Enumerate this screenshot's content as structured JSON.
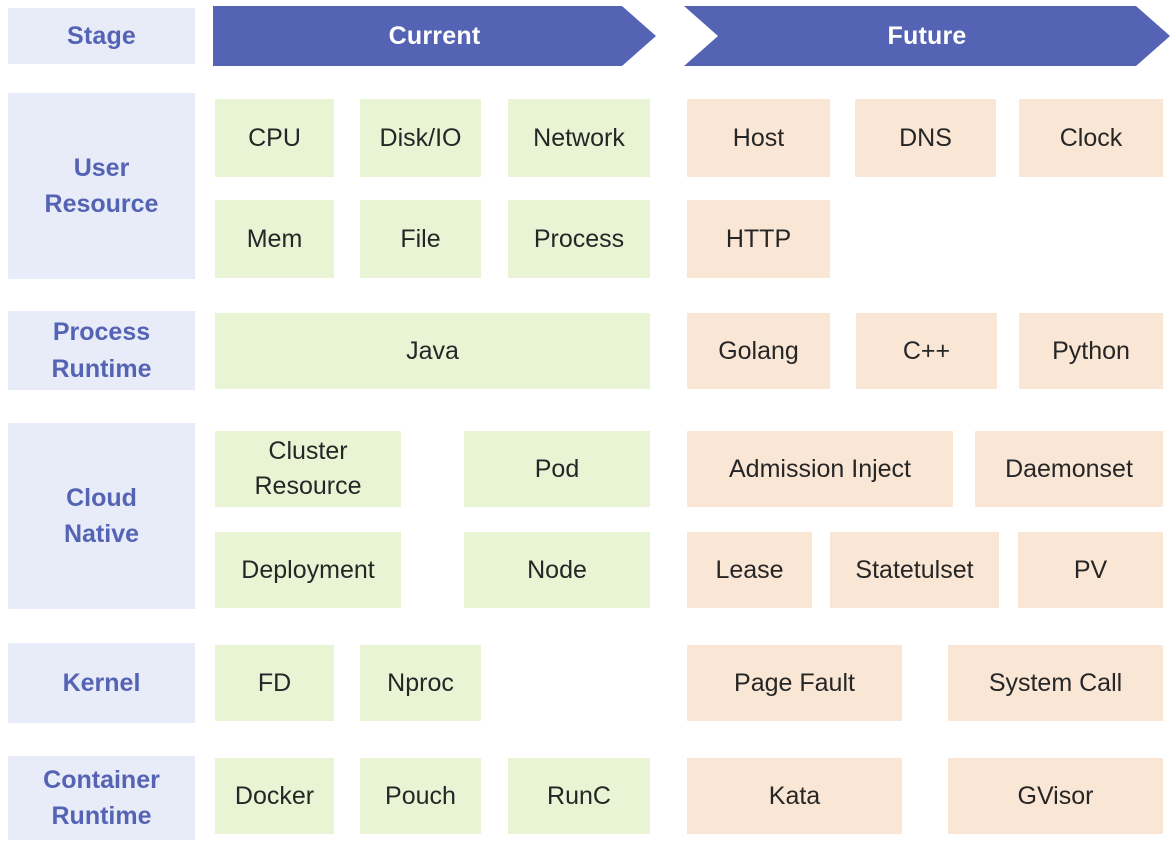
{
  "header": {
    "stage_label": "Stage",
    "current_label": "Current",
    "future_label": "Future"
  },
  "colors": {
    "header_arrow": "#5563b5",
    "stage_cell_bg": "#e8ecf8",
    "stage_text": "#5563b5",
    "current_box_bg": "#e9f4d5",
    "future_box_bg": "#f9e6d5",
    "item_text": "#262626",
    "page_bg": "#ffffff"
  },
  "rows": [
    {
      "stage": "User Resource",
      "stage_lines": [
        "User",
        "Resource"
      ],
      "current": [
        "CPU",
        "Disk/IO",
        "Network",
        "Mem",
        "File",
        "Process"
      ],
      "future": [
        "Host",
        "DNS",
        "Clock",
        "HTTP"
      ]
    },
    {
      "stage": "Process Runtime",
      "stage_lines": [
        "Process",
        "Runtime"
      ],
      "current": [
        "Java"
      ],
      "future": [
        "Golang",
        "C++",
        "Python"
      ]
    },
    {
      "stage": "Cloud Native",
      "stage_lines": [
        "Cloud",
        "Native"
      ],
      "current": [
        "Cluster Resource",
        "Pod",
        "Deployment",
        "Node"
      ],
      "future": [
        "Admission Inject",
        "Daemonset",
        "Lease",
        "Statetulset",
        "PV"
      ]
    },
    {
      "stage": "Kernel",
      "stage_lines": [
        "Kernel"
      ],
      "current": [
        "FD",
        "Nproc"
      ],
      "future": [
        "Page Fault",
        "System Call"
      ]
    },
    {
      "stage": "Container Runtime",
      "stage_lines": [
        "Container",
        "Runtime"
      ],
      "current": [
        "Docker",
        "Pouch",
        "RunC"
      ],
      "future": [
        "Kata",
        "GVisor"
      ]
    }
  ],
  "cells": {
    "r0c0": "CPU",
    "r0c1": "Disk/IO",
    "r0c2": "Network",
    "r0c3": "Mem",
    "r0c4": "File",
    "r0c5": "Process",
    "r0f0": "Host",
    "r0f1": "DNS",
    "r0f2": "Clock",
    "r0f3": "HTTP",
    "r1c0": "Java",
    "r1f0": "Golang",
    "r1f1": "C++",
    "r1f2": "Python",
    "r2c0a": "Cluster",
    "r2c0b": "Resource",
    "r2c1": "Pod",
    "r2c2": "Deployment",
    "r2c3": "Node",
    "r2f0": "Admission Inject",
    "r2f1": "Daemonset",
    "r2f2": "Lease",
    "r2f3": "Statetulset",
    "r2f4": "PV",
    "r3c0": "FD",
    "r3c1": "Nproc",
    "r3f0": "Page Fault",
    "r3f1": "System Call",
    "r4c0": "Docker",
    "r4c1": "Pouch",
    "r4c2": "RunC",
    "r4f0": "Kata",
    "r4f1": "GVisor"
  },
  "stage_lines": {
    "s0a": "User",
    "s0b": "Resource",
    "s1a": "Process",
    "s1b": "Runtime",
    "s2a": "Cloud",
    "s2b": "Native",
    "s3a": "Kernel",
    "s4a": "Container",
    "s4b": "Runtime"
  }
}
